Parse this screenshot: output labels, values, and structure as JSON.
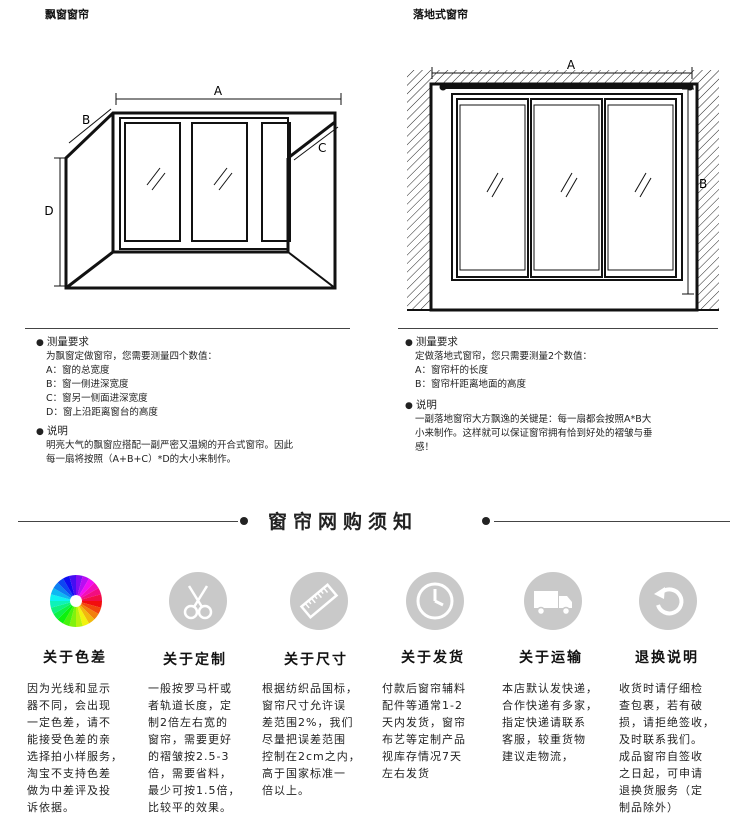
{
  "bay": {
    "title": "飘窗窗帘",
    "labels": {
      "a": "A",
      "b": "B",
      "c": "C",
      "d": "D"
    },
    "measure_head": "测量要求",
    "measure_intro": "为飘窗定做窗帘，您需要测量四个数值：",
    "measure_items": [
      "A：窗的总宽度",
      "B：窗一侧进深宽度",
      "C：窗另一侧面进深宽度",
      "D：窗上沿距离窗台的高度"
    ],
    "explain_head": "说明",
    "explain_lines": [
      "明亮大气的飘窗应搭配一副严密又温婉的开合式窗帘。因此",
      "每一扇将按照（A+B+C）*D的大小来制作。"
    ]
  },
  "floor": {
    "title": "落地式窗帘",
    "labels": {
      "a": "A",
      "b": "B"
    },
    "measure_head": "测量要求",
    "measure_intro": "定做落地式窗帘，您只需要测量2个数值：",
    "measure_items": [
      "A：窗帘杆的长度",
      "B：窗帘杆距离地面的高度"
    ],
    "explain_head": "说明",
    "explain_lines": [
      "一副落地窗帘大方飘逸的关键是：每一扇都会按照A*B大",
      "小来制作。这样就可以保证窗帘拥有恰到好处的褶皱与垂",
      "感！"
    ]
  },
  "notice": {
    "title": "窗帘网购须知"
  },
  "icons": [
    "color-wheel-icon",
    "scissors-icon",
    "ruler-icon",
    "clock-icon",
    "truck-icon",
    "return-arrow-icon"
  ],
  "columns": [
    {
      "title": "关于色差",
      "text": "因为光线和显示\n器不同，会出现\n一定色差，请不\n能接受色差的亲\n选择拍小样服务，\n淘宝不支持色差\n做为中差评及投\n诉依据。"
    },
    {
      "title": "关于定制",
      "text": "一般按罗马杆或\n者轨道长度，定\n制2倍左右宽的\n窗帘，需要更好\n的褶皱按2.5-3\n倍，需要省料，\n最少可按1.5倍，\n比较平的效果。"
    },
    {
      "title": "关于尺寸",
      "text": "根据纺织品国标，\n窗帘尺寸允许误\n差范围2%，我们\n尽量把误差范围\n控制在2cm之内，\n高于国家标准一\n倍以上。"
    },
    {
      "title": "关于发货",
      "text": "付款后窗帘辅料\n配件等通常1-2\n天内发货，窗帘\n布艺等定制产品\n视库存情况7天\n左右发货"
    },
    {
      "title": "关于运输",
      "text": "本店默认发快递，\n合作快递有多家，\n指定快递请联系\n客服，较重货物\n建议走物流，"
    },
    {
      "title": "退换说明",
      "text": "收货时请仔细检\n查包裹，若有破\n损，请拒绝签收，\n及时联系我们。\n成品窗帘自签收\n之日起，可申请\n退换货服务（定\n制品除外）"
    }
  ]
}
